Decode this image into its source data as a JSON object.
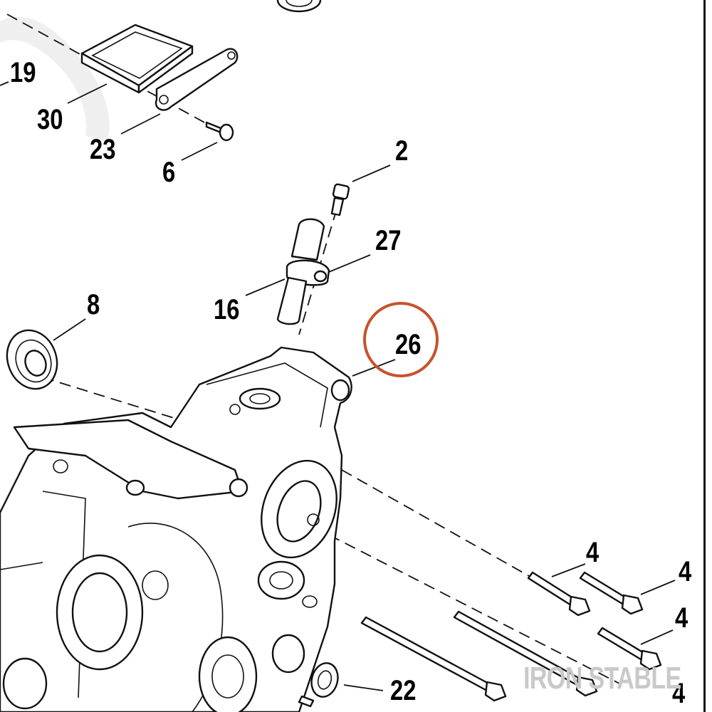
{
  "callouts": {
    "c19": "19",
    "c30": "30",
    "c23": "23",
    "c6": "6",
    "c2": "2",
    "c27": "27",
    "c16": "16",
    "c8": "8",
    "c26": "26",
    "c4a": "4",
    "c4b": "4",
    "c4c": "4",
    "c4d": "4",
    "c22": "22"
  },
  "watermark": "IRON STABLE",
  "highlight_color": "#c8522c"
}
